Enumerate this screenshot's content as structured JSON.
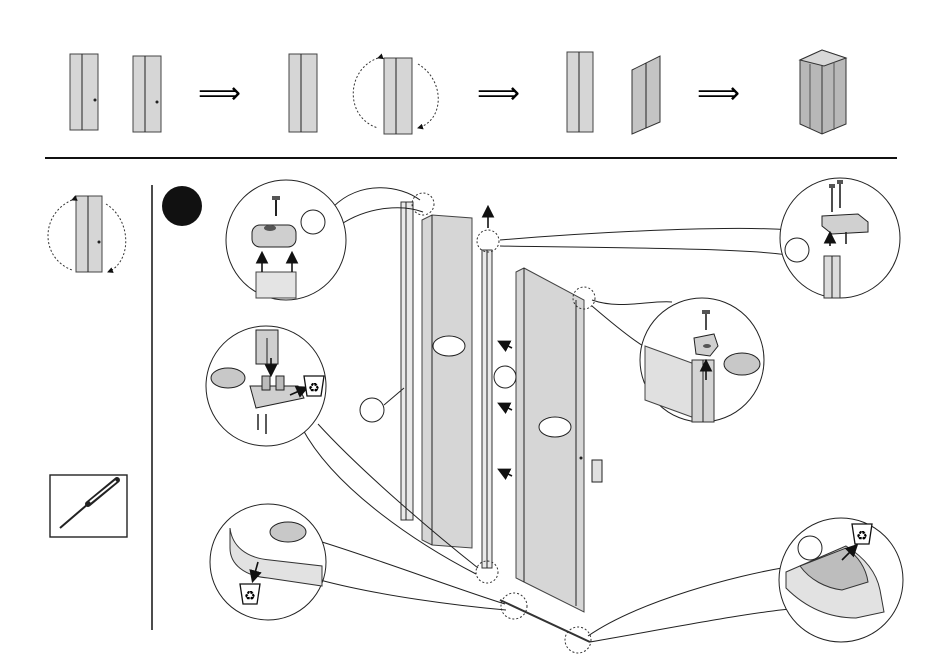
{
  "overview": {
    "steps": [
      "door-pair",
      "door-rotation",
      "panels-separate",
      "assembled-enclosure"
    ],
    "arrow_symbol": "⟹"
  },
  "sidebar": {
    "rotation_thumb": "door-rotation",
    "tool": "screwdriver-icon"
  },
  "step_marker": {
    "style": "filled-black-disc"
  },
  "recycle_symbol": "♻",
  "colors": {
    "line": "#222222",
    "glass": "#d6d6d6",
    "label_fill": "#c8c8c8",
    "marker": "#111111"
  }
}
